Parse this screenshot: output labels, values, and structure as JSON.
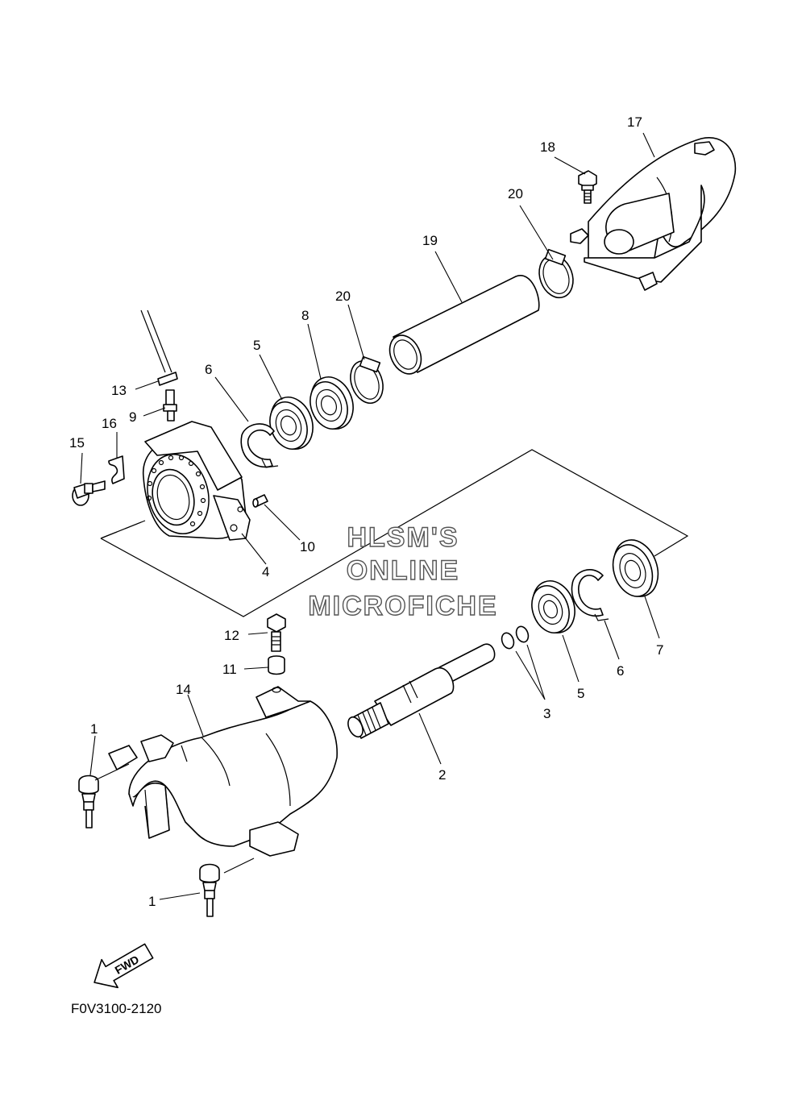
{
  "callouts": {
    "c1a": "1",
    "c1b": "1",
    "c2": "2",
    "c3": "3",
    "c4": "4",
    "c5a": "5",
    "c5b": "5",
    "c6a": "6",
    "c6b": "6",
    "c7": "7",
    "c8": "8",
    "c9": "9",
    "c10": "10",
    "c11": "11",
    "c12": "12",
    "c13": "13",
    "c14": "14",
    "c15": "15",
    "c16": "16",
    "c17": "17",
    "c18": "18",
    "c19": "19",
    "c20a": "20",
    "c20b": "20"
  },
  "watermark": {
    "line1": "HLSM'S",
    "line2": "ONLINE",
    "line3": "MICROFICHE"
  },
  "fwd_label": "FWD",
  "figure_code": "F0V3100-2120"
}
